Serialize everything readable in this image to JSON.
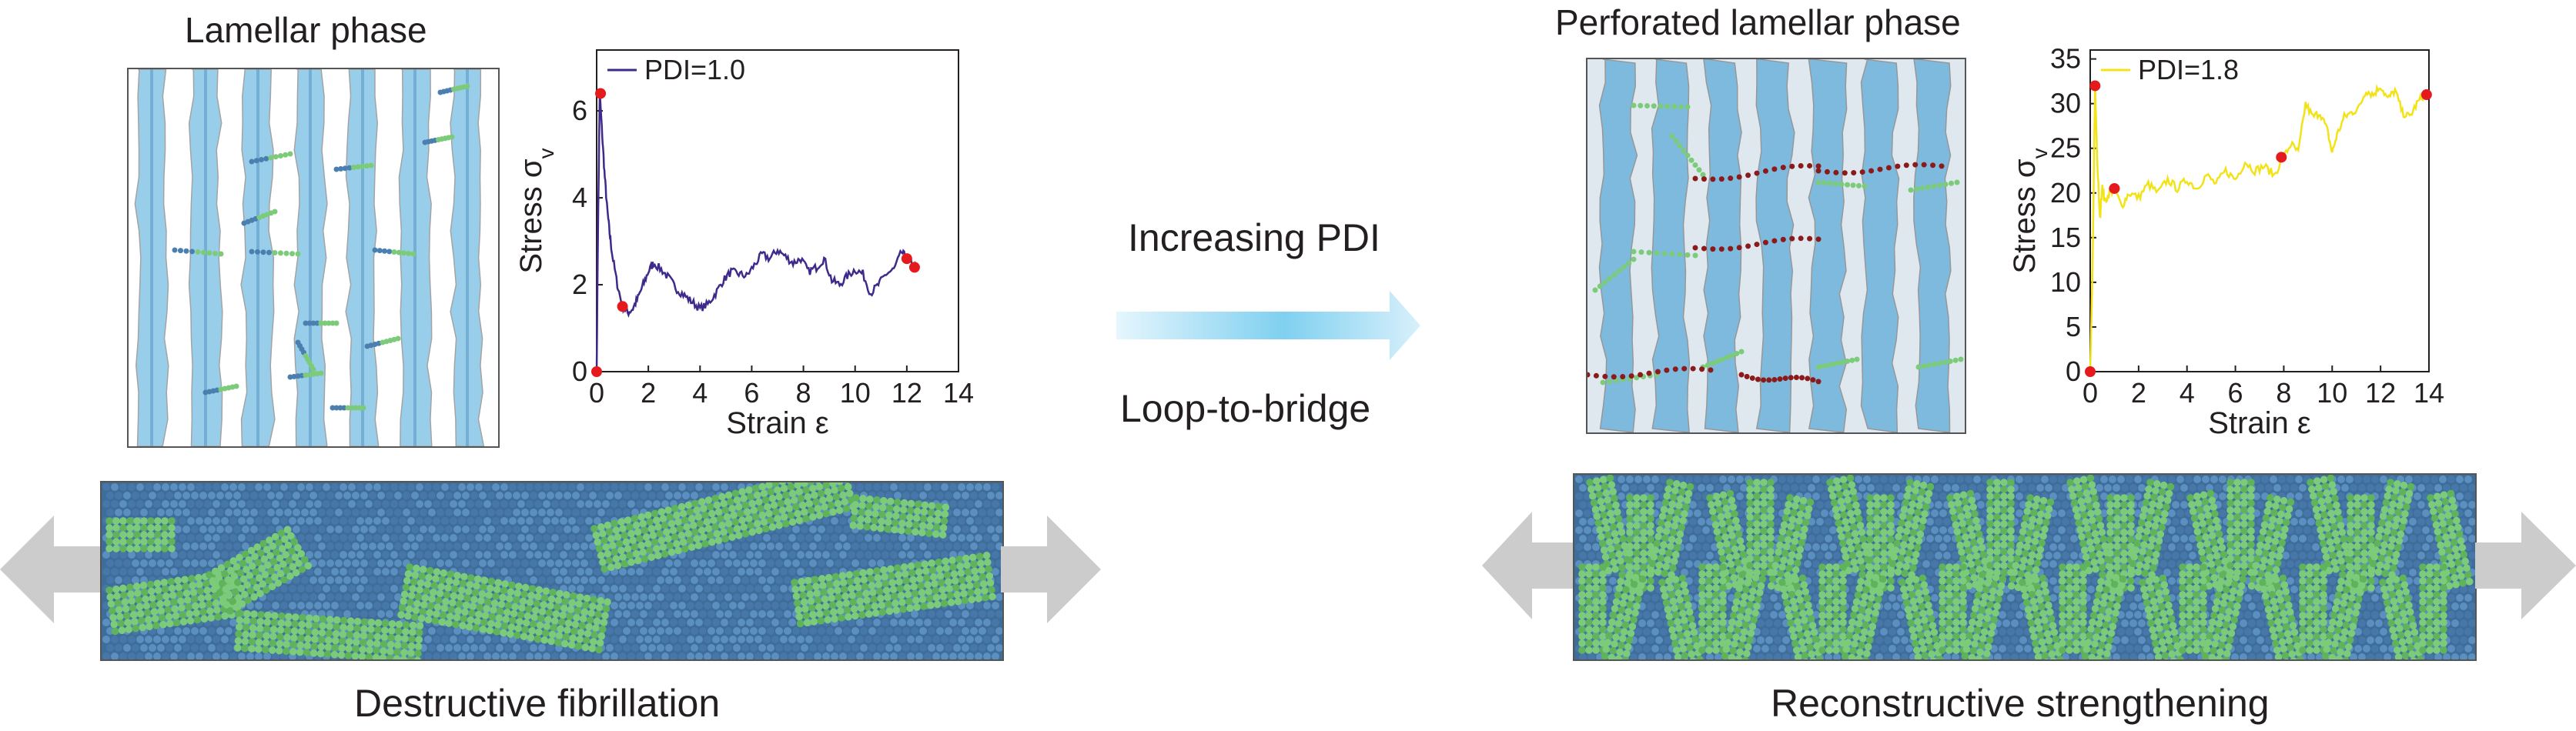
{
  "left": {
    "title": "Lamellar phase",
    "caption": "Destructive fibrillation",
    "chart_data": {
      "type": "line",
      "ylabel": "Stress σ",
      "ylabel_sub": "v",
      "xlabel": "Strain ε",
      "xlim": [
        0,
        14
      ],
      "ylim": [
        0,
        7.4
      ],
      "xticks": [
        "0",
        "2",
        "4",
        "6",
        "8",
        "10",
        "12",
        "14"
      ],
      "yticks": [
        "0",
        "2",
        "4",
        "6"
      ],
      "series": [
        {
          "name": "PDI=1.0",
          "color": "#3f2a8c",
          "x": [
            0,
            0.05,
            0.12,
            0.2,
            0.3,
            0.4,
            0.5,
            0.6,
            0.8,
            1.0,
            1.2,
            1.4,
            1.6,
            1.8,
            2.0,
            2.2,
            2.5,
            2.8,
            3.1,
            3.4,
            3.7,
            4.0,
            4.3,
            4.6,
            4.9,
            5.2,
            5.5,
            5.8,
            6.1,
            6.4,
            6.7,
            7.0,
            7.3,
            7.6,
            7.9,
            8.2,
            8.5,
            8.8,
            9.1,
            9.4,
            9.7,
            10.0,
            10.3,
            10.6,
            10.9,
            11.2,
            11.5,
            11.8,
            12.0,
            12.2,
            12.4
          ],
          "y": [
            0,
            3.2,
            6.4,
            5.6,
            4.6,
            3.8,
            3.2,
            2.7,
            2.0,
            1.5,
            1.35,
            1.45,
            1.7,
            2.0,
            2.3,
            2.5,
            2.35,
            2.15,
            1.9,
            1.75,
            1.6,
            1.45,
            1.55,
            1.8,
            2.1,
            2.3,
            2.25,
            2.2,
            2.45,
            2.7,
            2.6,
            2.8,
            2.65,
            2.5,
            2.6,
            2.3,
            2.4,
            2.6,
            2.1,
            2.0,
            2.2,
            2.35,
            2.25,
            1.8,
            2.0,
            2.25,
            2.35,
            2.75,
            2.6,
            2.5,
            2.35
          ]
        }
      ],
      "markers": {
        "color": "#e41a1c",
        "x": [
          0,
          0.15,
          1.0,
          12.0,
          12.3
        ],
        "y": [
          0,
          6.4,
          1.5,
          2.6,
          2.4
        ]
      }
    }
  },
  "right": {
    "title": "Perforated lamellar phase",
    "caption": "Reconstructive strengthening",
    "chart_data": {
      "type": "line",
      "ylabel": "Stress σ",
      "ylabel_sub": "v",
      "xlabel": "Strain ε",
      "xlim": [
        0,
        14
      ],
      "ylim": [
        0,
        36
      ],
      "xticks": [
        "0",
        "2",
        "4",
        "6",
        "8",
        "10",
        "12",
        "14"
      ],
      "yticks": [
        "0",
        "5",
        "10",
        "15",
        "20",
        "25",
        "30",
        "35"
      ],
      "series": [
        {
          "name": "PDI=1.8",
          "color": "#f2e318",
          "x": [
            0,
            0.1,
            0.2,
            0.3,
            0.4,
            0.5,
            0.6,
            0.8,
            1.0,
            1.3,
            1.6,
            2.0,
            2.4,
            2.8,
            3.2,
            3.6,
            4.0,
            4.4,
            4.8,
            5.2,
            5.6,
            6.0,
            6.4,
            6.8,
            7.2,
            7.6,
            8.0,
            8.3,
            8.6,
            8.9,
            9.2,
            9.5,
            9.8,
            10.0,
            10.2,
            10.5,
            10.8,
            11.1,
            11.4,
            11.7,
            12.0,
            12.3,
            12.6,
            12.9,
            13.2,
            13.5,
            13.8
          ],
          "y": [
            0,
            12,
            32,
            23,
            17,
            21,
            19,
            20,
            20.5,
            18.5,
            20,
            19.5,
            21,
            20,
            21.5,
            20.5,
            21.5,
            20.5,
            22,
            21,
            22.5,
            21.5,
            23.5,
            22.5,
            23,
            22,
            24,
            25.5,
            24.5,
            30,
            28.5,
            29,
            27,
            24.5,
            26.5,
            28.5,
            29,
            29.5,
            31.5,
            31,
            32,
            30.5,
            31.5,
            29,
            28.5,
            30,
            31
          ]
        }
      ],
      "markers": {
        "color": "#e41a1c",
        "x": [
          0,
          0.2,
          1.0,
          7.9,
          13.9
        ],
        "y": [
          0,
          32,
          20.5,
          24,
          31
        ]
      }
    }
  },
  "middle": {
    "label_top": "Increasing PDI",
    "label_bottom": "Loop-to-bridge"
  },
  "colors": {
    "lamella": "#8fc9e8",
    "chain_green": "#7ccb7a",
    "chain_blue": "#4a7fb0",
    "bridge_red": "#8b1a1a",
    "arrow_gray": "#cccccc",
    "gradient_arrow": "#7fd0f0"
  }
}
